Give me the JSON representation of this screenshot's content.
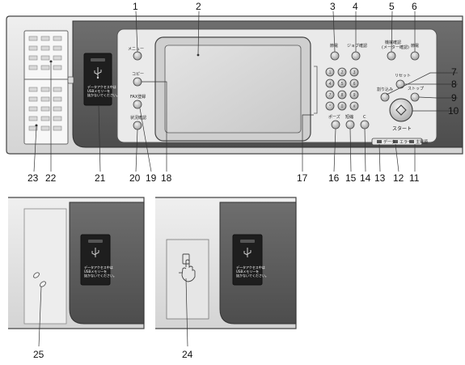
{
  "callouts": {
    "n1": "1",
    "n2": "2",
    "n3": "3",
    "n4": "4",
    "n5": "5",
    "n6": "6",
    "n7": "7",
    "n8": "8",
    "n9": "9",
    "n10": "10",
    "n11": "11",
    "n12": "12",
    "n13": "13",
    "n14": "14",
    "n15": "15",
    "n16": "16",
    "n17": "17",
    "n18": "18",
    "n19": "19",
    "n20": "20",
    "n21": "21",
    "n22": "22",
    "n23": "23",
    "n24": "24",
    "n25": "25"
  },
  "buttons": {
    "menu": "メニュー",
    "copy": "コピー",
    "fax_register": "FAX登録",
    "status": "状況確認",
    "left_top_a": "節電",
    "left_top_b": "ジョブ確認",
    "machine_status": "機械確認",
    "machine_status_sub": "(メーター確認)",
    "energy": "節電",
    "interrupt": "割り込み",
    "reset": "リセット",
    "stop": "ストップ",
    "start": "スタート",
    "dial_pause": "ポーズ",
    "speed_dial": "短縮",
    "clear": "C",
    "data_label": "データ",
    "main_power": "主電源"
  },
  "keypad": [
    "1",
    "2",
    "3",
    "4",
    "5",
    "6",
    "7",
    "8",
    "9",
    "*",
    "0",
    "#"
  ],
  "usb_notice": {
    "line1": "データアクセス中は",
    "line2": "USBメモリーを",
    "line3": "抜かないでください。"
  },
  "indicators": {
    "ind_a": "データ",
    "ind_b": "エラー",
    "ind_c": "主電源"
  }
}
